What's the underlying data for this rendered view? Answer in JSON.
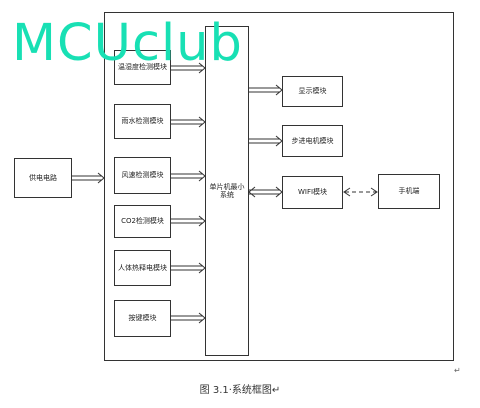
{
  "diagram": {
    "power_supply": "供电电路",
    "input_modules": [
      "温湿度检测模块",
      "雨水检测模块",
      "风速检测模块",
      "CO2检测模块",
      "人体热释电模块",
      "按键模块"
    ],
    "mcu": "单片机最小系统",
    "output_modules": [
      "显示模块",
      "步进电机模块",
      "WIFI模块"
    ],
    "phone": "手机端"
  },
  "watermark": "MCUclub",
  "caption": "图 3.1·系统框图↵",
  "return_mark": "↵"
}
